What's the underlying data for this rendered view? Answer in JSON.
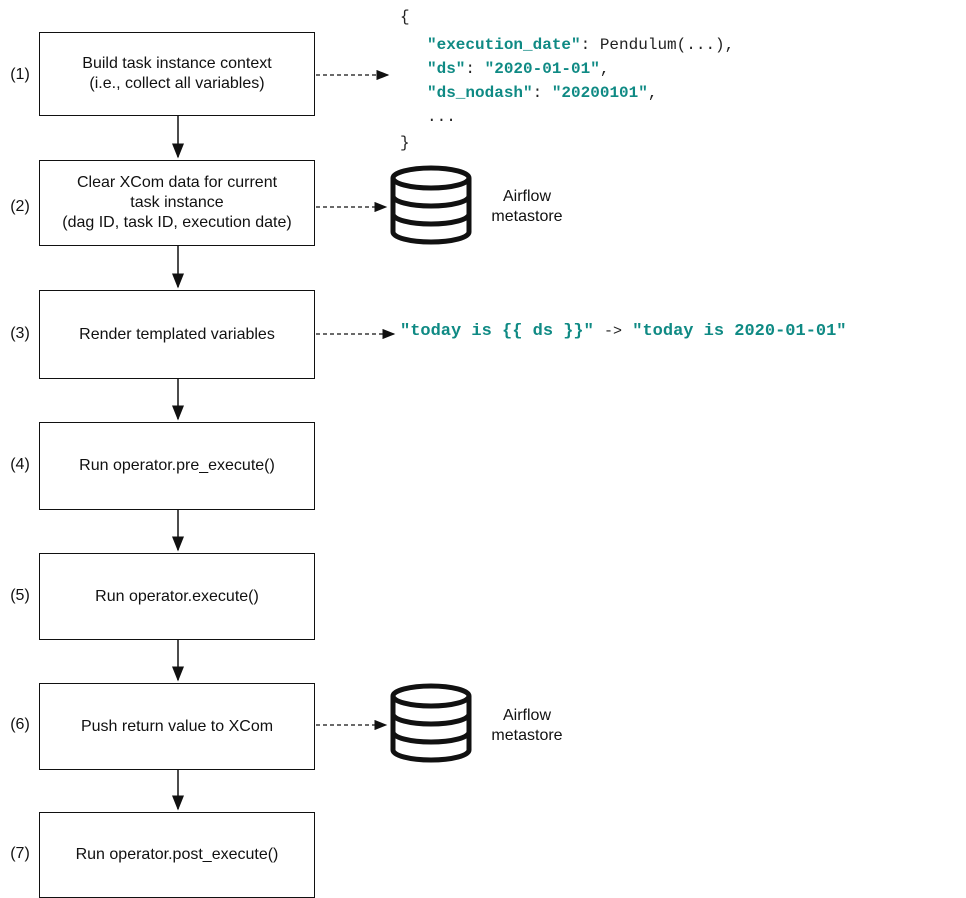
{
  "steps": [
    {
      "num": "(1)",
      "label": "Build task instance context\n(i.e., collect all variables)"
    },
    {
      "num": "(2)",
      "label": "Clear XCom data for current\ntask instance\n(dag ID, task ID, execution date)"
    },
    {
      "num": "(3)",
      "label": "Render templated variables"
    },
    {
      "num": "(4)",
      "label": "Run operator.pre_execute()"
    },
    {
      "num": "(5)",
      "label": "Run operator.execute()"
    },
    {
      "num": "(6)",
      "label": "Push return value to XCom"
    },
    {
      "num": "(7)",
      "label": "Run operator.post_execute()"
    }
  ],
  "context_code": {
    "open_brace": "{",
    "close_brace": "}",
    "ellipsis": "...",
    "entries": [
      {
        "key": "\"execution_date\"",
        "sep": ": ",
        "value": "Pendulum(...),",
        "value_highlight": false
      },
      {
        "key": "\"ds\"",
        "sep": ": ",
        "value": "\"2020-01-01\"",
        "trail": ",",
        "value_highlight": true
      },
      {
        "key": "\"ds_nodash\"",
        "sep": ": ",
        "value": "\"20200101\"",
        "trail": ",",
        "value_highlight": true
      }
    ]
  },
  "metastore": {
    "line1": "Airflow",
    "line2": "metastore"
  },
  "template_example": {
    "before": "\"today is {{ ds }}\"",
    "arrow": "->",
    "after": "\"today is 2020-01-01\""
  },
  "colors": {
    "accent": "#0f8a84",
    "line": "#111111"
  }
}
